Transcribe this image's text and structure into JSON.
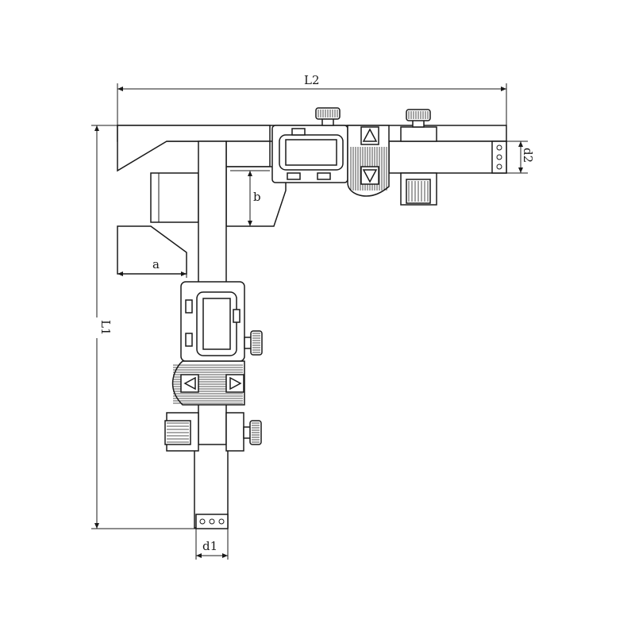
{
  "dimensions": {
    "L2": "L2",
    "L1": "L1",
    "d2": "d2",
    "d1": "d1",
    "a": "a",
    "b": "b"
  },
  "icons": {
    "up_arrow": "triangle-up-icon",
    "down_arrow": "triangle-down-icon",
    "left_arrow": "triangle-left-icon",
    "right_arrow": "triangle-right-icon"
  },
  "colors": {
    "line": "#1a1a1a",
    "background": "#ffffff"
  }
}
